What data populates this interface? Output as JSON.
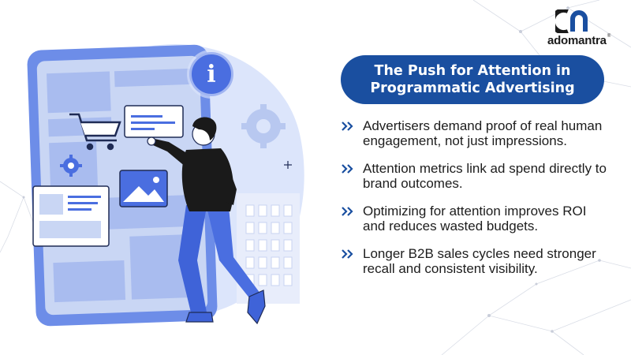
{
  "brand": {
    "name": "adomantra",
    "trademark": "®",
    "accent": "#1a4fa0"
  },
  "title": "The Push for Attention in Programmatic Advertising",
  "bullets": [
    {
      "text": "Advertisers demand proof of real human engagement, not just impressions.",
      "icon": "double-chevron-right-icon"
    },
    {
      "text": "Attention metrics link ad spend directly to brand outcomes.",
      "icon": "double-chevron-right-icon"
    },
    {
      "text": "Optimizing for attention improves ROI and reduces wasted budgets.",
      "icon": "double-chevron-right-icon"
    },
    {
      "text": "Longer B2B sales cycles need stronger recall and consistent visibility.",
      "icon": "double-chevron-right-icon"
    }
  ],
  "illustration": {
    "info_badge": "i",
    "icons": [
      "info-icon",
      "shopping-cart-icon",
      "image-icon",
      "gear-icon"
    ]
  },
  "colors": {
    "primary_blue": "#1a4fa0",
    "light_blue": "#c9d6f4",
    "mid_blue": "#4a6ee0",
    "text": "#1d1d1d"
  }
}
